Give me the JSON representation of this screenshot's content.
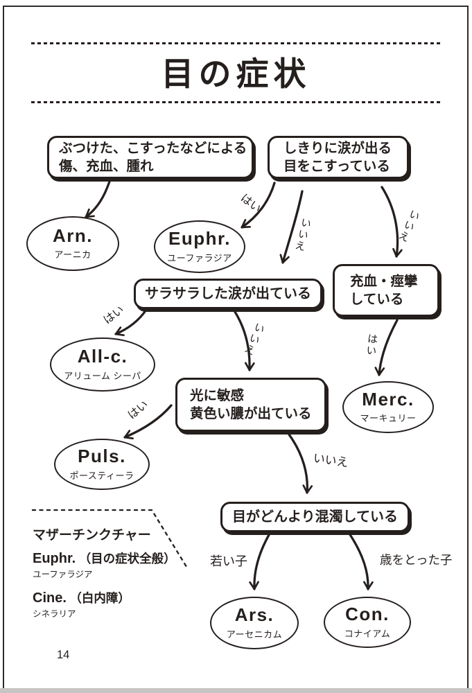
{
  "page": {
    "title": "目の症状",
    "page_number": "14"
  },
  "nodes": {
    "injury": {
      "lines": [
        "ぶつけた、こすったなどによる",
        "傷、充血、腫れ"
      ]
    },
    "tears": {
      "lines": [
        "しきりに涙が出る",
        "目をこすっている"
      ]
    },
    "watery": {
      "lines": [
        "サラサラした涙が出ている"
      ]
    },
    "spasm": {
      "lines": [
        "充血・痙攣",
        "している"
      ]
    },
    "light": {
      "lines": [
        "光に敏感",
        "黄色い膿が出ている"
      ]
    },
    "cloudy": {
      "lines": [
        "目がどんより混濁している"
      ]
    }
  },
  "remedies": {
    "arn": {
      "name": "Arn.",
      "kana": "アーニカ"
    },
    "euphr": {
      "name": "Euphr.",
      "kana": "ユーファラジア"
    },
    "allc": {
      "name": "All-c.",
      "kana": "アリューム シーパ"
    },
    "merc": {
      "name": "Merc.",
      "kana": "マーキュリー"
    },
    "puls": {
      "name": "Puls.",
      "kana": "ポースティーラ"
    },
    "ars": {
      "name": "Ars.",
      "kana": "アーセニカム"
    },
    "con": {
      "name": "Con.",
      "kana": "コナイアム"
    }
  },
  "edge_labels": {
    "yes_euphr": "はい",
    "no_watery": "いいえ",
    "no_spasm": "いいえ",
    "yes_allc": "はい",
    "no_light": "いいえ",
    "yes_merc": "はい",
    "yes_puls": "はい",
    "no_cloudy": "いいえ",
    "young": "若い子",
    "old": "歳をとった子"
  },
  "mother_tincture": {
    "heading": "マザーチンクチャー",
    "items": [
      {
        "name": "Euphr.",
        "note": "（目の症状全般）",
        "kana": "ユーファラジア"
      },
      {
        "name": "Cine.",
        "note": "（白内障）",
        "kana": "シネラリア"
      }
    ]
  },
  "colors": {
    "ink": "#241f1d",
    "bottom_bar": "#c7c5c4"
  }
}
